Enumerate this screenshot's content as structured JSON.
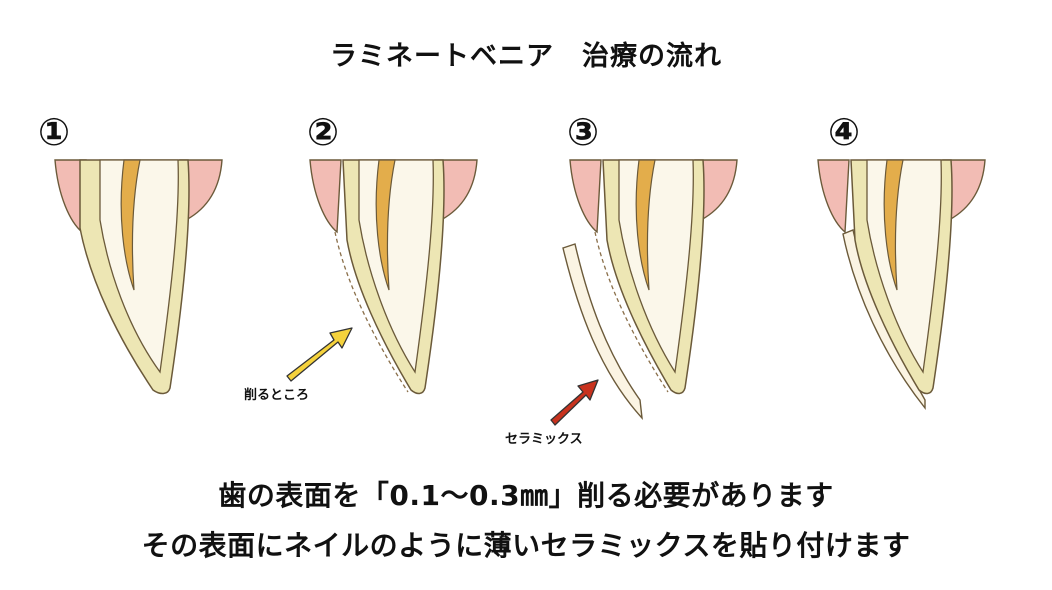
{
  "title": "ラミネートベニア　治療の流れ",
  "steps": [
    {
      "number": "①"
    },
    {
      "number": "②",
      "label": "削るところ"
    },
    {
      "number": "③",
      "label": "セラミックス"
    },
    {
      "number": "④"
    }
  ],
  "captions": [
    "歯の表面を「0.1〜0.3㎜」削る必要があります",
    "その表面にネイルのように薄いセラミックスを貼り付けます"
  ],
  "colors": {
    "gum": "#f2bcb4",
    "enamel": "#ede6b4",
    "dentin": "#fbf7ea",
    "pulp": "#e3ad4b",
    "outline": "#6b5a3a",
    "arrow_yellow": "#f5d23c",
    "arrow_red": "#c8321e",
    "veneer": "#fbf4e3"
  }
}
